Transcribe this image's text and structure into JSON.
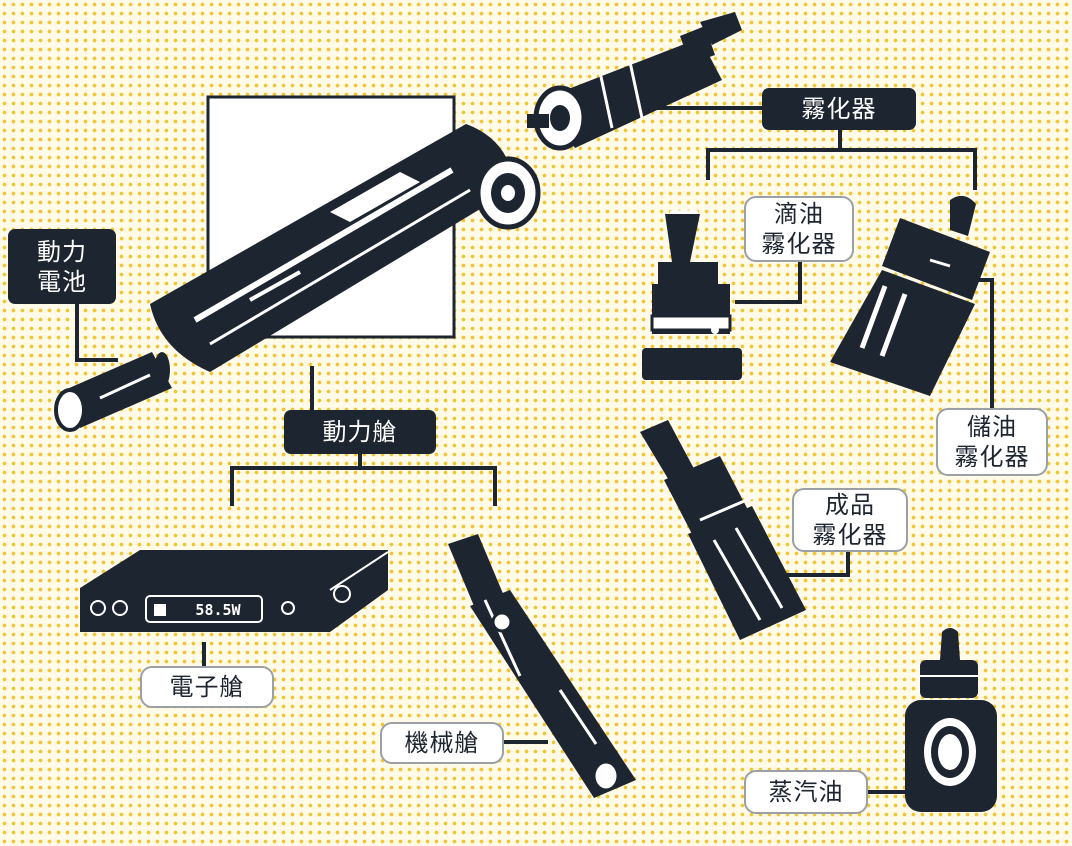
{
  "colors": {
    "ink": "#1d2530",
    "dots": "#f2c431",
    "paper": "#fffbe8",
    "white": "#ffffff"
  },
  "labels": {
    "power_battery": "動力\n電池",
    "atomizer": "霧化器",
    "power_unit": "動力艙",
    "drip_atomizer": "滴油\n霧化器",
    "tank_atomizer": "儲油\n霧化器",
    "prebuilt_atomizer": "成品\n霧化器",
    "electronic_mod": "電子艙",
    "mechanical_mod": "機械艙",
    "e_liquid": "蒸汽油"
  },
  "device": {
    "screen_reading": "58.5W"
  },
  "icons": [
    "vape-pen-icon",
    "battery-cell-icon",
    "atomizer-head-icon",
    "drip-atomizer-icon",
    "tank-atomizer-icon",
    "prebuilt-atomizer-icon",
    "box-mod-icon",
    "mech-mod-icon",
    "e-liquid-bottle-icon"
  ]
}
